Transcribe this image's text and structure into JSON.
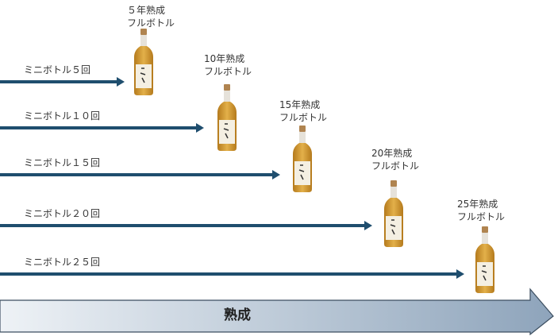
{
  "rows": [
    {
      "label": "ミニボトル５回",
      "bottle_line1": "５年熟成",
      "bottle_line2": "フルボトル"
    },
    {
      "label": "ミニボトル１０回",
      "bottle_line1": "10年熟成",
      "bottle_line2": "フルボトル"
    },
    {
      "label": "ミニボトル１５回",
      "bottle_line1": "15年熟成",
      "bottle_line2": "フルボトル"
    },
    {
      "label": "ミニボトル２０回",
      "bottle_line1": "20年熟成",
      "bottle_line2": "フルボトル"
    },
    {
      "label": "ミニボトル２５回",
      "bottle_line1": "25年熟成",
      "bottle_line2": "フルボトル"
    }
  ],
  "main_arrow": {
    "label": "熟成"
  },
  "colors": {
    "arrow": "#1f4e6e",
    "main_start": "#eef2f6",
    "main_end": "#8ea4bb",
    "whisky": "#d9a53a"
  }
}
